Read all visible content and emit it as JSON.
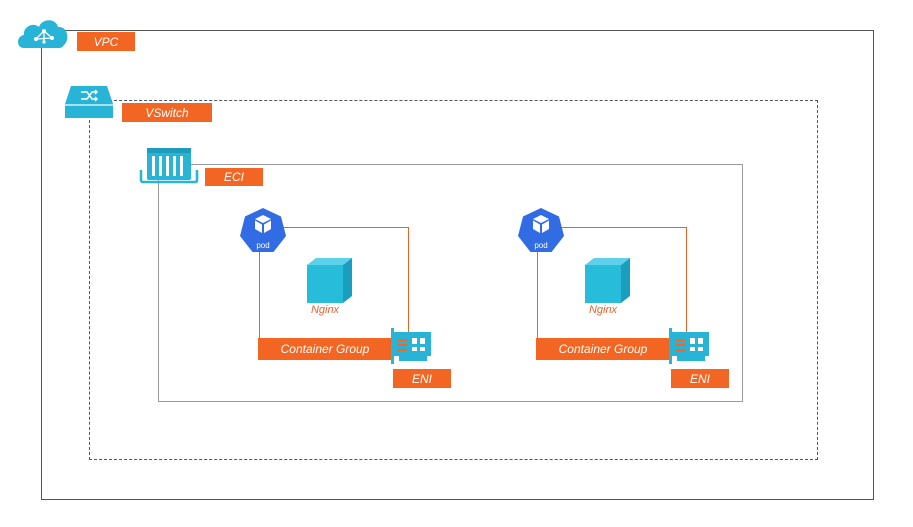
{
  "labels": {
    "vpc": "VPC",
    "vswitch": "VSwitch",
    "eci": "ECI"
  },
  "groups": [
    {
      "pod_icon_text": "pod",
      "container_name": "Nginx",
      "group_label": "Container Group",
      "eni_label": "ENI"
    },
    {
      "pod_icon_text": "pod",
      "container_name": "Nginx",
      "group_label": "Container Group",
      "eni_label": "ENI"
    }
  ],
  "icons": {
    "vpc": "cloud-icon",
    "vswitch": "switch-icon",
    "eci": "container-instance-icon",
    "pod": "kubernetes-pod-icon",
    "container": "cube-icon",
    "eni": "network-card-icon"
  },
  "colors": {
    "accent_orange": "#f26522",
    "icon_cyan": "#27b4d6",
    "pod_blue": "#326ce5"
  }
}
